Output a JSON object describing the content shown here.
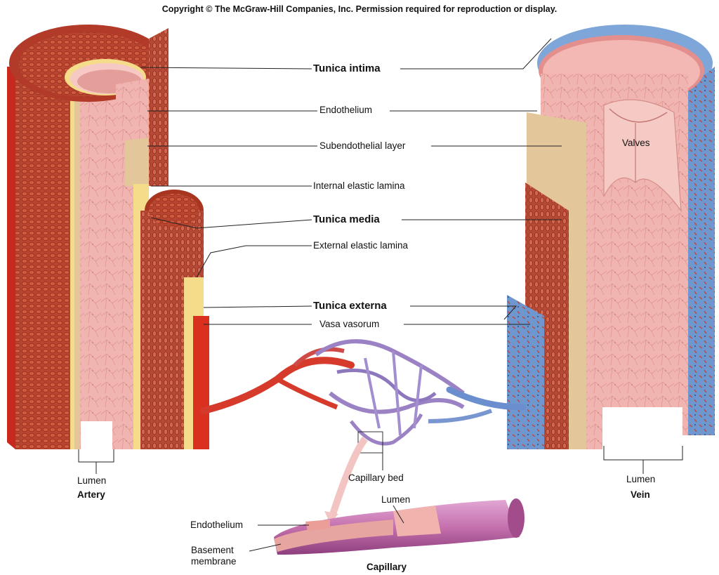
{
  "copyright": "Copyright © The McGraw-Hill Companies, Inc. Permission required for reproduction or display.",
  "labels": {
    "tunica_intima": "Tunica intima",
    "endothelium": "Endothelium",
    "subendothelial_layer": "Subendothelial layer",
    "internal_elastic_lamina": "Internal elastic lamina",
    "tunica_media": "Tunica media",
    "external_elastic_lamina": "External elastic lamina",
    "tunica_externa": "Tunica externa",
    "vasa_vasorum": "Vasa vasorum",
    "valves": "Valves",
    "artery_lumen": "Lumen",
    "artery": "Artery",
    "capillary_bed": "Capillary bed",
    "vein_lumen": "Lumen",
    "vein": "Vein",
    "capillary_lumen": "Lumen",
    "capillary_endothelium": "Endothelium",
    "basement_membrane_line1": "Basement",
    "basement_membrane_line2": "membrane",
    "capillary": "Capillary"
  },
  "colors": {
    "artery_red": "#c8321f",
    "artery_dark": "#9e2a1a",
    "intima_pink": "#f2b7b3",
    "subendothelial_tan": "#e3c79a",
    "elastic_yellow": "#f4dc8a",
    "vein_blue": "#6b92c9",
    "vein_pink": "#eaa3a0",
    "capillary_purple": "#9a86c6",
    "capillary_tube": "#c26aa6"
  }
}
